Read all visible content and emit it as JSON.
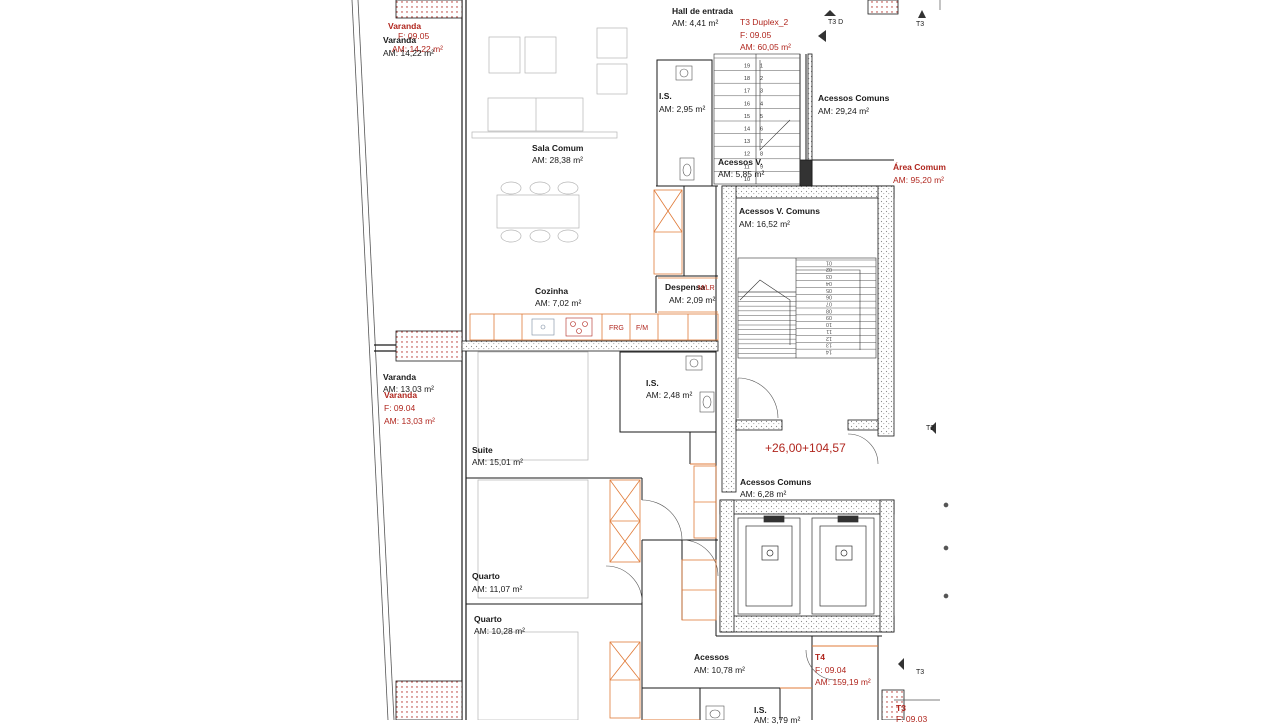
{
  "colors": {
    "wall": "#1a1a1a",
    "hatch": "#9a9a9a",
    "orange": "#e07b39",
    "red": "#b0261e",
    "text": "#1a1a1a"
  },
  "rooms": {
    "hall": {
      "name": "Hall de entrada",
      "area": "AM:        4,41 m²"
    },
    "t3dup": {
      "name": "T3 Duplex_2",
      "fraction": "F: 09.05",
      "area": "AM: 60,05 m²"
    },
    "t3d_tag": "T3 D",
    "t3_tag_top": "T3",
    "varanda_top": {
      "name_a": "Varanda",
      "area_a": "AM: 14,22 m²",
      "name_b": "Varanda",
      "area_b": "AM: 14,22 m²",
      "fraction": "F: 09.05"
    },
    "is1": {
      "name": "I.S.",
      "area": "AM: 2,95 m²"
    },
    "acessos_comuns_top": {
      "name": "Acessos Comuns",
      "area": "AM:         29,24 m²"
    },
    "sala": {
      "name": "Sala Comum",
      "area": "AM: 28,38 m²"
    },
    "acessos_v": {
      "name": "Acessos V.",
      "area": "AM: 5,85 m²"
    },
    "area_comum": {
      "name": "Área Comum",
      "area": "AM: 95,20 m²"
    },
    "acessos_v_comuns": {
      "name": "Acessos V. Comuns",
      "area": "AM:         16,52 m²"
    },
    "despensa": {
      "name": "Despensa",
      "area": "AM: 2,09 m²"
    },
    "cozinha": {
      "name": "Cozinha",
      "area": "AM: 7,02 m²"
    },
    "frg": "FRG",
    "fm": "F/M",
    "mlr": "M/LR",
    "varanda_mid": {
      "name_a": "Varanda",
      "area_a": "AM: 13,03 m²",
      "name_b": "Varanda",
      "fraction": "F: 09.04",
      "area_b": "AM: 13,03 m²"
    },
    "is2": {
      "name": "I.S.",
      "area": "AM: 2,48 m²"
    },
    "level": "+26,00+104,57",
    "t2_tag": "T2",
    "suite": {
      "name": "Suite",
      "area": "AM: 15,01 m²"
    },
    "acessos_comuns_mid": {
      "name": "Acessos Comuns",
      "area": "AM:         6,28 m²"
    },
    "quarto1": {
      "name": "Quarto",
      "area": "AM: 11,07 m²"
    },
    "quarto2": {
      "name": "Quarto",
      "area": "AM: 10,28 m²"
    },
    "acessos": {
      "name": "Acessos",
      "area": "AM: 10,78 m²"
    },
    "t4": {
      "name": "T4",
      "fraction": "F: 09.04",
      "area": "AM: 159,19 m²"
    },
    "t3_bottom": {
      "name": "T3",
      "fraction": "F: 09.03"
    },
    "t3_tag_right": "T3",
    "is3": {
      "name": "I.S.",
      "area": "AM: 3,79 m²"
    }
  },
  "stairs": {
    "top_steps": [
      "19",
      "1",
      "18",
      "2",
      "17",
      "3",
      "16",
      "4",
      "15",
      "5",
      "14",
      "6",
      "13",
      "7",
      "12",
      "8",
      "11",
      "9",
      "10"
    ],
    "core_steps": [
      "01",
      "02",
      "03",
      "04",
      "05",
      "06",
      "07",
      "08",
      "09",
      "10",
      "11",
      "12",
      "13",
      "14"
    ]
  }
}
